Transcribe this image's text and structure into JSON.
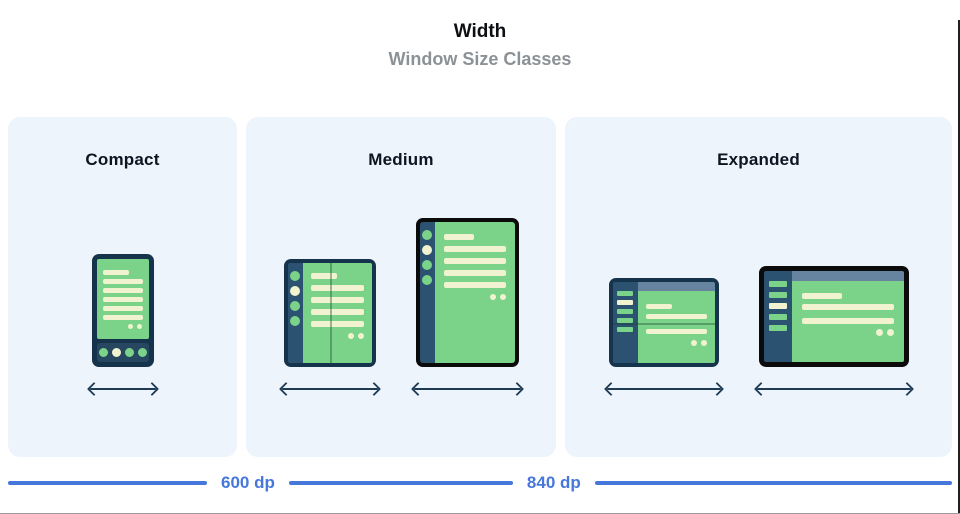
{
  "header": {
    "title": "Width",
    "subtitle": "Window Size Classes"
  },
  "panels": [
    {
      "id": "compact",
      "label": "Compact",
      "devices": [
        {
          "type": "phone-portrait"
        }
      ]
    },
    {
      "id": "medium",
      "label": "Medium",
      "devices": [
        {
          "type": "foldable-portrait"
        },
        {
          "type": "tablet-portrait"
        }
      ]
    },
    {
      "id": "expanded",
      "label": "Expanded",
      "devices": [
        {
          "type": "foldable-landscape"
        },
        {
          "type": "laptop-landscape"
        }
      ]
    }
  ],
  "ruler": {
    "breakpoints": [
      {
        "label": "600 dp"
      },
      {
        "label": "840 dp"
      }
    ]
  },
  "colors": {
    "panel_bg": "#edf4fc",
    "device_frame_navy": "#16334c",
    "device_frame_black": "#0b0b0b",
    "rail_navy": "#2b5270",
    "screen_green": "#7bd38a",
    "content_cream": "#f1f3d0",
    "top_strip_slate": "#66839f",
    "fold_line_green": "#55a566",
    "arrow_navy": "#1e3b53",
    "ruler_blue": "#4677db",
    "subtitle_gray": "#8c9196"
  }
}
